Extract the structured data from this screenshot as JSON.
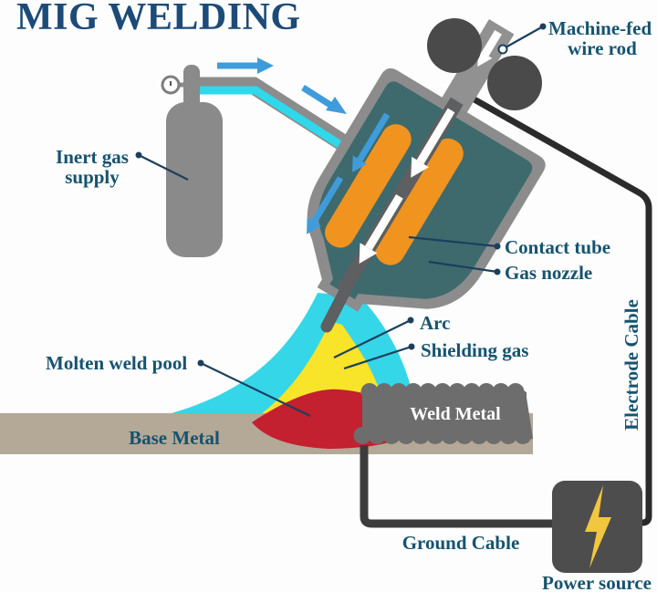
{
  "title": "MIG WELDING",
  "labels": {
    "machine_fed_line1": "Machine-fed",
    "machine_fed_line2": "wire rod",
    "inert_gas_line1": "Inert gas",
    "inert_gas_line2": "supply",
    "contact_tube": "Contact tube",
    "gas_nozzle": "Gas nozzle",
    "arc": "Arc",
    "shielding_gas": "Shielding gas",
    "molten_weld_pool": "Molten weld pool",
    "base_metal": "Base Metal",
    "weld_metal": "Weld Metal",
    "electrode_cable": "Electrode Cable",
    "ground_cable": "Ground Cable",
    "power_source": "Power source"
  },
  "colors": {
    "title_text": "#1d4b78",
    "label_text": "#15536f",
    "torch_shell": "#8c8c8c",
    "torch_interior": "#3e6a6d",
    "contact_tube_orange": "#f0931f",
    "wire_gray": "#5d5f61",
    "shielding_gas_cyan": "#35d6e8",
    "arc_yellow": "#f8e428",
    "molten_pool_red": "#c32030",
    "base_metal_tan": "#b4a897",
    "weld_metal_gray": "#6d6d6d",
    "flow_arrow_blue": "#3f9cdb",
    "power_box_gray": "#4d4d4d",
    "lightning_yellow": "#f2c63e",
    "cable_black": "#2b2b2b"
  }
}
